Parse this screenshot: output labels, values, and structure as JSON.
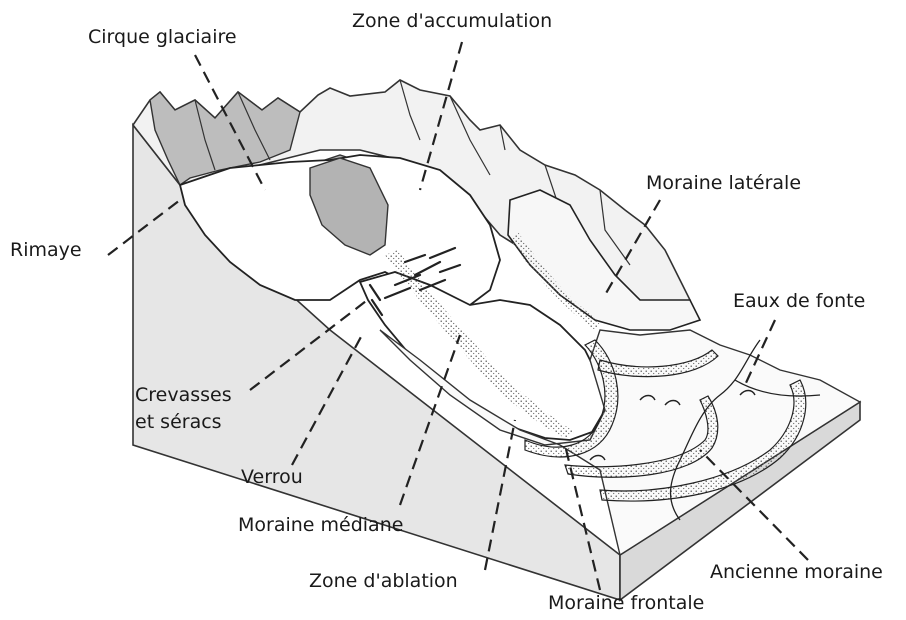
{
  "labels": {
    "cirque": "Cirque glaciaire",
    "accumulation": "Zone d'accumulation",
    "moraine_laterale": "Moraine latérale",
    "rimaye": "Rimaye",
    "eaux_fonte": "Eaux de fonte",
    "crevasses_1": "Crevasses",
    "crevasses_2": "et séracs",
    "verrou": "Verrou",
    "moraine_mediane": "Moraine médiane",
    "ablation": "Zone d'ablation",
    "ancienne_moraine": "Ancienne moraine",
    "moraine_frontale": "Moraine frontale"
  }
}
